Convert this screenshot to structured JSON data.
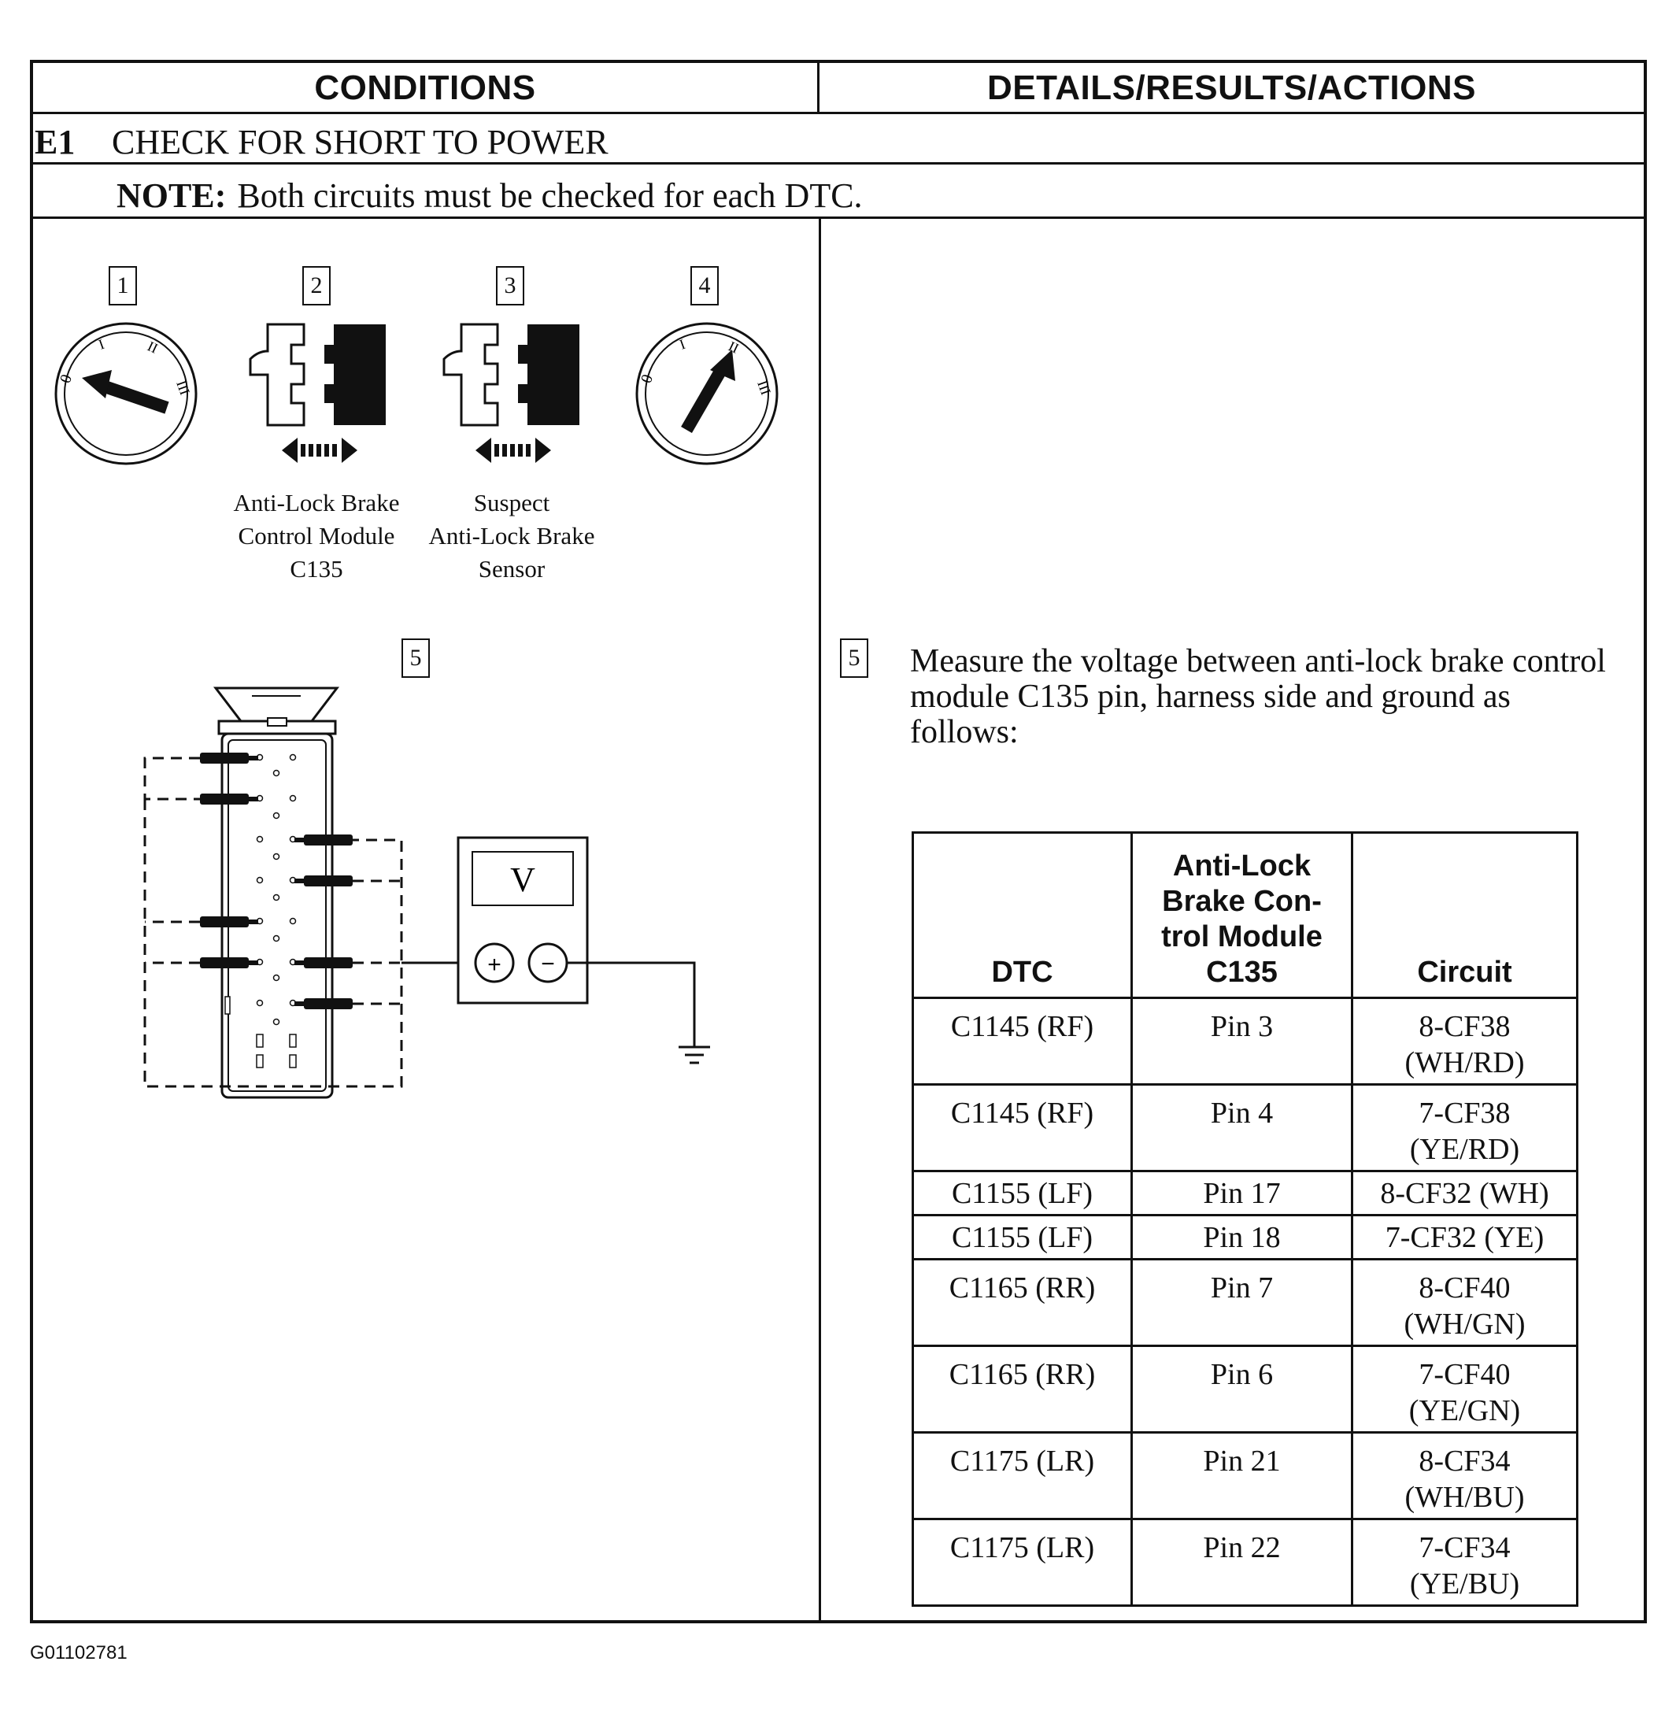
{
  "header": {
    "conditions": "CONDITIONS",
    "details": "DETAILS/RESULTS/ACTIONS"
  },
  "step": {
    "id": "E1",
    "title": "CHECK FOR SHORT TO POWER"
  },
  "note": {
    "label": "NOTE:",
    "text": "Both circuits must be checked for each DTC."
  },
  "steps": [
    "1",
    "2",
    "3",
    "4",
    "5"
  ],
  "ignition_labels": [
    "0",
    "I",
    "II",
    "III"
  ],
  "captions": {
    "module": [
      "Anti-Lock Brake",
      "Control Module",
      "C135"
    ],
    "sensor": [
      "Suspect",
      "Anti-Lock Brake",
      "Sensor"
    ]
  },
  "meter": {
    "display": "V",
    "plus": "+",
    "minus": "−"
  },
  "instruction": "Measure the voltage between anti-lock brake control module C135 pin, harness side and ground as follows:",
  "table": {
    "headers": [
      "DTC",
      "Anti-Lock Brake Con-trol Module C135",
      "Circuit"
    ],
    "header_lines": [
      [
        "DTC"
      ],
      [
        "Anti-Lock",
        "Brake Con-",
        "trol Module",
        "C135"
      ],
      [
        "Circuit"
      ]
    ],
    "rows": [
      [
        "C1145 (RF)",
        "Pin 3",
        "8-CF38 (WH/RD)"
      ],
      [
        "C1145 (RF)",
        "Pin 4",
        "7-CF38 (YE/RD)"
      ],
      [
        "C1155 (LF)",
        "Pin 17",
        "8-CF32 (WH)"
      ],
      [
        "C1155 (LF)",
        "Pin 18",
        "7-CF32 (YE)"
      ],
      [
        "C1165 (RR)",
        "Pin 7",
        "8-CF40 (WH/GN)"
      ],
      [
        "C1165 (RR)",
        "Pin 6",
        "7-CF40 (YE/GN)"
      ],
      [
        "C1175 (LR)",
        "Pin 21",
        "8-CF34 (WH/BU)"
      ],
      [
        "C1175 (LR)",
        "Pin 22",
        "7-CF34 (YE/BU)"
      ]
    ]
  },
  "figure_id": "G01102781"
}
